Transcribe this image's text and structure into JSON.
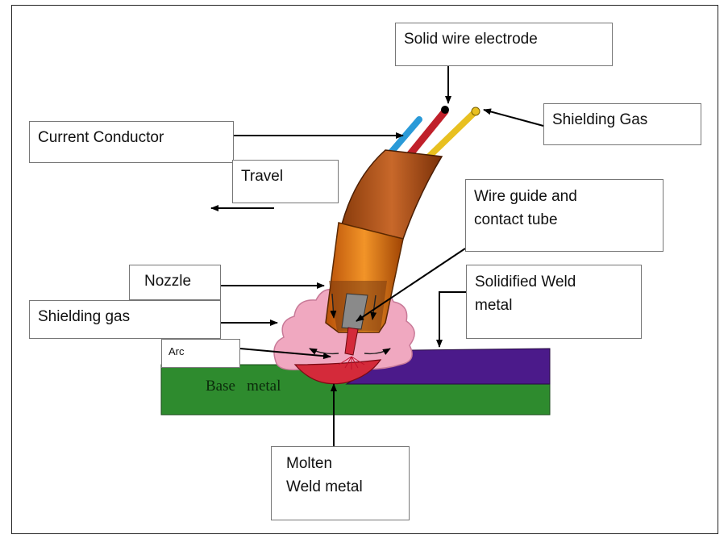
{
  "labels": {
    "solid_wire_electrode": "Solid wire electrode",
    "shielding_gas_top": "Shielding Gas",
    "current_conductor": "Current Conductor",
    "travel": "Travel",
    "wire_guide_line1": "Wire guide and",
    "wire_guide_line2": "contact tube",
    "nozzle": "Nozzle",
    "solidified_line1": "Solidified Weld",
    "solidified_line2": "metal",
    "shielding_gas": "Shielding gas",
    "arc": "Arc",
    "base_metal": "Base   metal",
    "molten_line1": "Molten",
    "molten_line2": "Weld metal"
  },
  "colors": {
    "base_metal": "#2e8b2e",
    "solidified_weld": "#4b1a8a",
    "molten_pool": "#d42a3a",
    "shielding_cloud": "#f0a8c0",
    "torch_hose": "#b85a1a",
    "nozzle": "#e07a10",
    "wire_red": "#c0202a",
    "wire_blue": "#2a9ad8",
    "wire_yellow": "#e8c020"
  }
}
